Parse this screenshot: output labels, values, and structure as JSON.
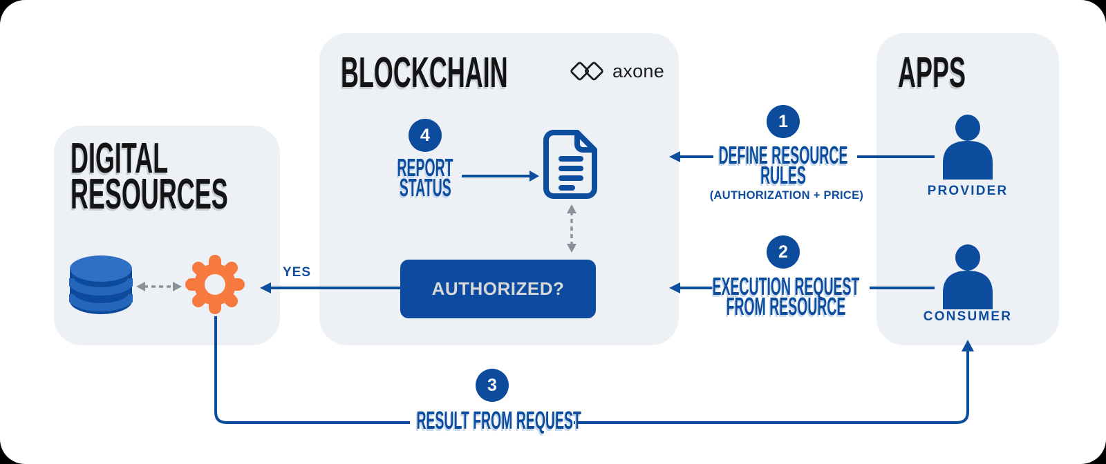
{
  "panels": {
    "digital_resources": {
      "title_line1": "DIGITAL",
      "title_line2": "RESOURCES"
    },
    "blockchain": {
      "title": "BLOCKCHAIN"
    },
    "apps": {
      "title": "APPS"
    }
  },
  "logo": {
    "text": "axone",
    "icon": "axone-diamonds-icon"
  },
  "actors": {
    "provider": {
      "label": "PROVIDER",
      "icon": "person-icon"
    },
    "consumer": {
      "label": "CONSUMER",
      "icon": "person-icon"
    }
  },
  "steps": {
    "1": {
      "number": "1",
      "line1": "DEFINE RESOURCE",
      "line2": "RULES",
      "sub": "(AUTHORIZATION + PRICE)"
    },
    "2": {
      "number": "2",
      "line1": "EXECUTION REQUEST",
      "line2": "FROM RESOURCE"
    },
    "3": {
      "number": "3",
      "label": "RESULT FROM REQUEST"
    },
    "4": {
      "number": "4",
      "line1": "REPORT",
      "line2": "STATUS"
    }
  },
  "decision": {
    "label": "AUTHORIZED?",
    "yes": "YES"
  },
  "icons": {
    "database": "database-icon",
    "gear": "gear-icon",
    "document": "document-icon"
  },
  "colors": {
    "primary_blue": "#0d4d9e",
    "circle_blue": "#0d4c9c",
    "box_blue": "#0c4b9f",
    "box_text": "#d8d8d8",
    "orange": "#f7793f",
    "panel_bg": "#edf1f6",
    "heading_black": "#141414",
    "dashed_gray": "#8c9099",
    "db_top": "#2f70c4",
    "db_body": "#0d4a9c",
    "db_stripe": "#2467ba"
  }
}
